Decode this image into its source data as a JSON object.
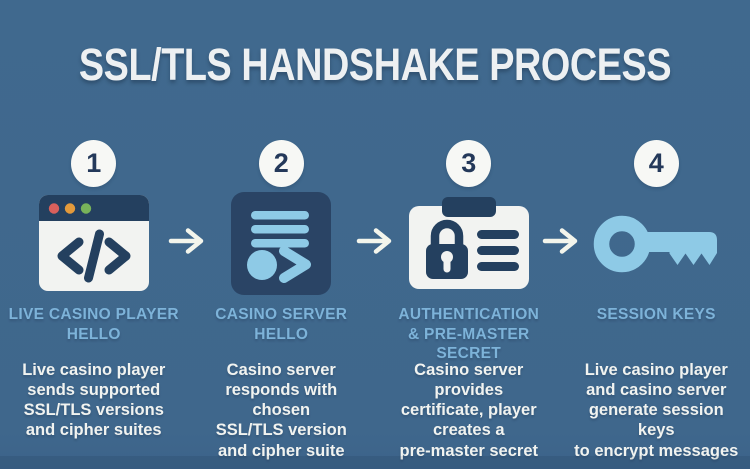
{
  "title": "SSL/TLS HANDSHAKE PROCESS",
  "colors": {
    "background": "#3f698e",
    "icon_navy": "#24405f",
    "server_panel_navy": "#2a4465",
    "light_blue": "#8ecae6",
    "heading_blue": "#7db3d9",
    "off_white": "#f2f3f1",
    "arrow_white": "#f3f5ec",
    "window_dot_red": "#d9605c",
    "window_dot_orange": "#e39a3b",
    "window_dot_green": "#78b35a"
  },
  "steps": [
    {
      "number": "1",
      "icon": "browser-code-icon",
      "heading_lines": [
        "LIVE CASINO PLAYER",
        "HELLO"
      ],
      "description_lines": [
        "Live casino player",
        "sends supported",
        "SSL/TLS versions",
        "and cipher suites"
      ]
    },
    {
      "number": "2",
      "icon": "server-response-icon",
      "heading_lines": [
        "CASINO SERVER",
        "HELLO"
      ],
      "description_lines": [
        "Casino server",
        "responds with chosen",
        "SSL/TLS version",
        "and cipher suite"
      ]
    },
    {
      "number": "3",
      "icon": "certificate-lock-icon",
      "heading_lines": [
        "AUTHENTICATION",
        "& PRE-MASTER SECRET"
      ],
      "description_lines": [
        "Casino server provides",
        "certificate, player",
        "creates a",
        "pre-master secret"
      ]
    },
    {
      "number": "4",
      "icon": "session-key-icon",
      "heading_lines": [
        "SESSION KEYS"
      ],
      "description_lines": [
        "Live casino player",
        "and casino server",
        "generate session keys",
        "to encrypt messages"
      ]
    }
  ]
}
